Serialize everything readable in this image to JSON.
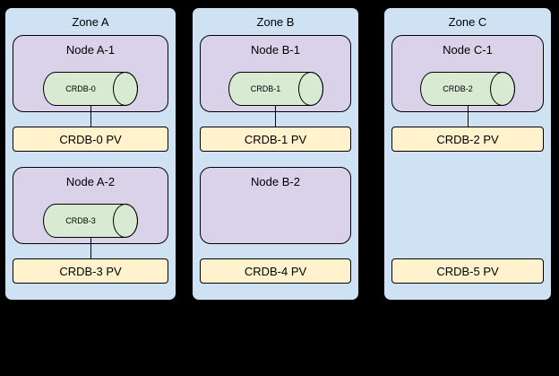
{
  "colors": {
    "canvas_bg": "#000000",
    "zone_fill": "#cfe2f3",
    "node_fill": "#d9d2e9",
    "pod_cylinder_fill": "#d9ead3",
    "pv_fill": "#fff2cc",
    "stroke": "#000000"
  },
  "zones": [
    {
      "label": "Zone A",
      "nodes": [
        {
          "label": "Node A-1",
          "pod": "CRDB-0"
        },
        {
          "label": "Node A-2",
          "pod": "CRDB-3"
        }
      ],
      "pvs": [
        "CRDB-0 PV",
        "CRDB-3 PV"
      ]
    },
    {
      "label": "Zone B",
      "nodes": [
        {
          "label": "Node B-1",
          "pod": "CRDB-1"
        },
        {
          "label": "Node B-2",
          "pod": null
        }
      ],
      "pvs": [
        "CRDB-1 PV",
        "CRDB-4 PV"
      ]
    },
    {
      "label": "Zone C",
      "nodes": [
        {
          "label": "Node C-1",
          "pod": "CRDB-2"
        }
      ],
      "pvs": [
        "CRDB-2 PV",
        "CRDB-5 PV"
      ]
    }
  ]
}
